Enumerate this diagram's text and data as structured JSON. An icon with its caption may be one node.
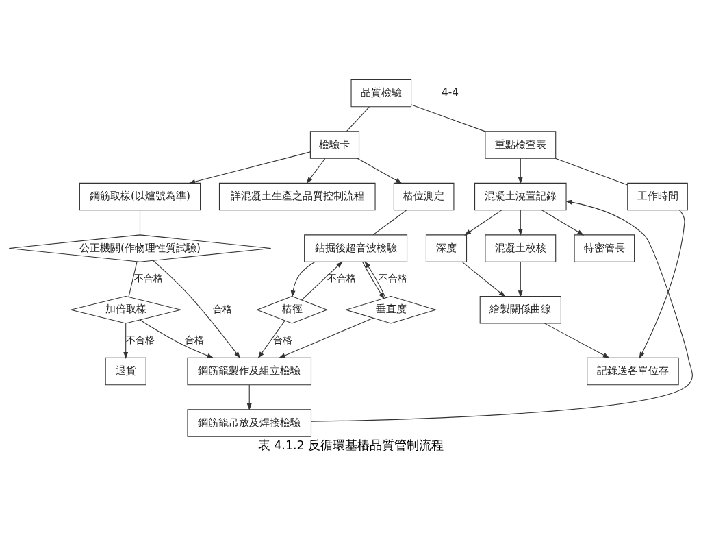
{
  "diagram": {
    "caption": "表 4.1.2 反循環基樁品質管制流程",
    "nodes": [
      {
        "text": [
          "品質檢驗"
        ]
      },
      {
        "text": [
          "檢驗卡"
        ]
      },
      {
        "text": [
          "重點檢查表"
        ]
      },
      {
        "text": [
          "鋼筋取樣(以爐號為準)"
        ]
      },
      {
        "text": [
          "詳混凝土生產之品質控制流程"
        ]
      },
      {
        "text": [
          "樁位測定"
        ]
      },
      {
        "text": [
          "混凝土澆置記錄"
        ]
      },
      {
        "text": [
          "工作時間"
        ]
      },
      {
        "text": [
          "鉆掘後超音波檢驗"
        ]
      },
      {
        "text": [
          "公正機關(作物理性質試驗)"
        ]
      },
      {
        "text": [
          "深度"
        ]
      },
      {
        "text": [
          "混凝土校核"
        ]
      },
      {
        "text": [
          "加倍取樣"
        ]
      },
      {
        "text": [
          "特密管長"
        ]
      },
      {
        "text": [
          "樁徑"
        ]
      },
      {
        "text": [
          "垂直度"
        ]
      },
      {
        "text": [
          "退貨"
        ]
      },
      {
        "text": [
          "繪製關係曲線"
        ]
      },
      {
        "text": [
          "鋼筋籠製作及組立檢驗"
        ]
      },
      {
        "text": [
          "記錄送各單位存"
        ]
      },
      {
        "text": [
          "鋼筋籠吊放及焊接檢驗"
        ]
      }
    ],
    "edges": [
      {
        "from": 0,
        "to": 1,
        "arrow": "none"
      },
      {
        "from": 0,
        "to": 2,
        "arrow": "none"
      },
      {
        "from": 1,
        "to": 3,
        "arrow": "to"
      },
      {
        "from": 1,
        "to": 4,
        "arrow": "to"
      },
      {
        "from": 1,
        "to": 5,
        "arrow": "to"
      },
      {
        "from": 2,
        "to": 6,
        "arrow": "to"
      },
      {
        "from": 2,
        "to": 7,
        "arrow": "none"
      },
      {
        "from": 3,
        "to": 9,
        "arrow": "none"
      },
      {
        "from": 9,
        "to": 12,
        "arrow": "none",
        "label": "不合格"
      },
      {
        "from": 12,
        "to": 16,
        "arrow": "to",
        "label": "不合格"
      },
      {
        "from": 12,
        "to": 18,
        "arrow": "to",
        "label": "合格"
      },
      {
        "from": 9,
        "to": 18,
        "arrow": "to",
        "label": "合格"
      },
      {
        "from": 5,
        "to": 8,
        "arrow": "none"
      },
      {
        "from": 8,
        "to": 14,
        "arrow": "to"
      },
      {
        "from": 8,
        "to": 15,
        "arrow": "to"
      },
      {
        "from": 14,
        "to": 8,
        "arrow": "to",
        "label": "不合格"
      },
      {
        "from": 15,
        "to": 8,
        "arrow": "to",
        "label": "不合格"
      },
      {
        "from": 14,
        "to": 18,
        "arrow": "to",
        "label": "合格"
      },
      {
        "from": 15,
        "to": 18,
        "arrow": "to"
      },
      {
        "from": 18,
        "to": 20,
        "arrow": "to"
      },
      {
        "from": 20,
        "to": 6,
        "arrow": "to"
      },
      {
        "from": 6,
        "to": 10,
        "arrow": "to"
      },
      {
        "from": 6,
        "to": 11,
        "arrow": "to"
      },
      {
        "from": 6,
        "to": 13,
        "arrow": "to"
      },
      {
        "from": 10,
        "to": 17,
        "arrow": "to"
      },
      {
        "from": 11,
        "to": 17,
        "arrow": "to"
      },
      {
        "from": 17,
        "to": 19,
        "arrow": "to"
      },
      {
        "from": 7,
        "to": 19,
        "arrow": "to"
      }
    ],
    "labels": [
      "4-4"
    ]
  }
}
